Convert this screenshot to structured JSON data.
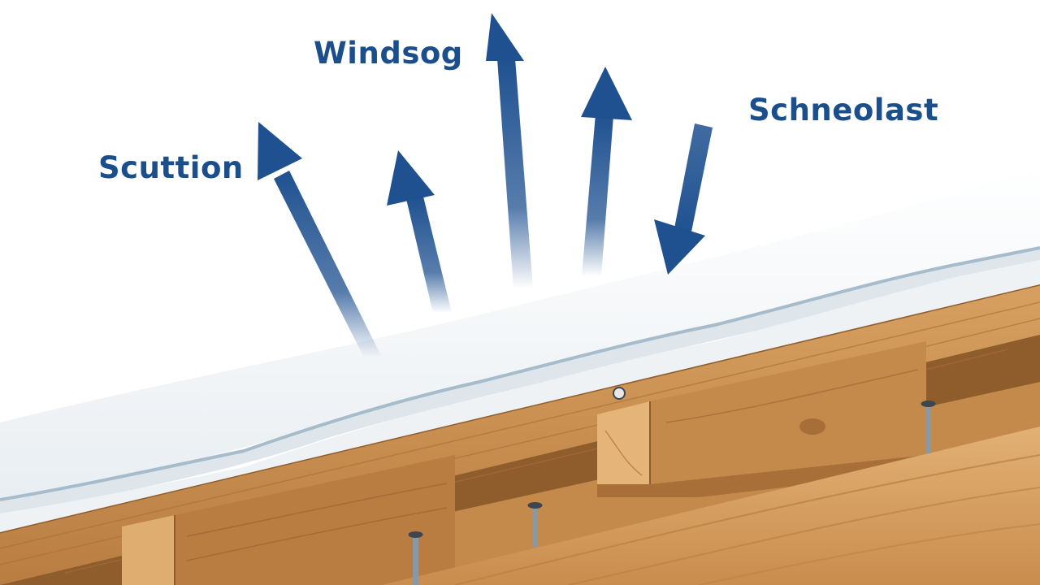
{
  "labels": {
    "left": "Scuttion",
    "top": "Windsog",
    "right": "Schneolast"
  },
  "colors": {
    "arrow": "#1f5190",
    "label": "#1b4f8c",
    "snow": "#f3f6f8",
    "snow_edge": "#a7bccb",
    "wood_light": "#d9a566",
    "wood_mid": "#c48a4b",
    "wood_dark": "#8f5c2c",
    "nail": "#8a98a4"
  },
  "icons": {
    "arrow_up": "arrow-up-icon",
    "arrow_down": "arrow-down-icon",
    "nail": "nail-icon"
  }
}
